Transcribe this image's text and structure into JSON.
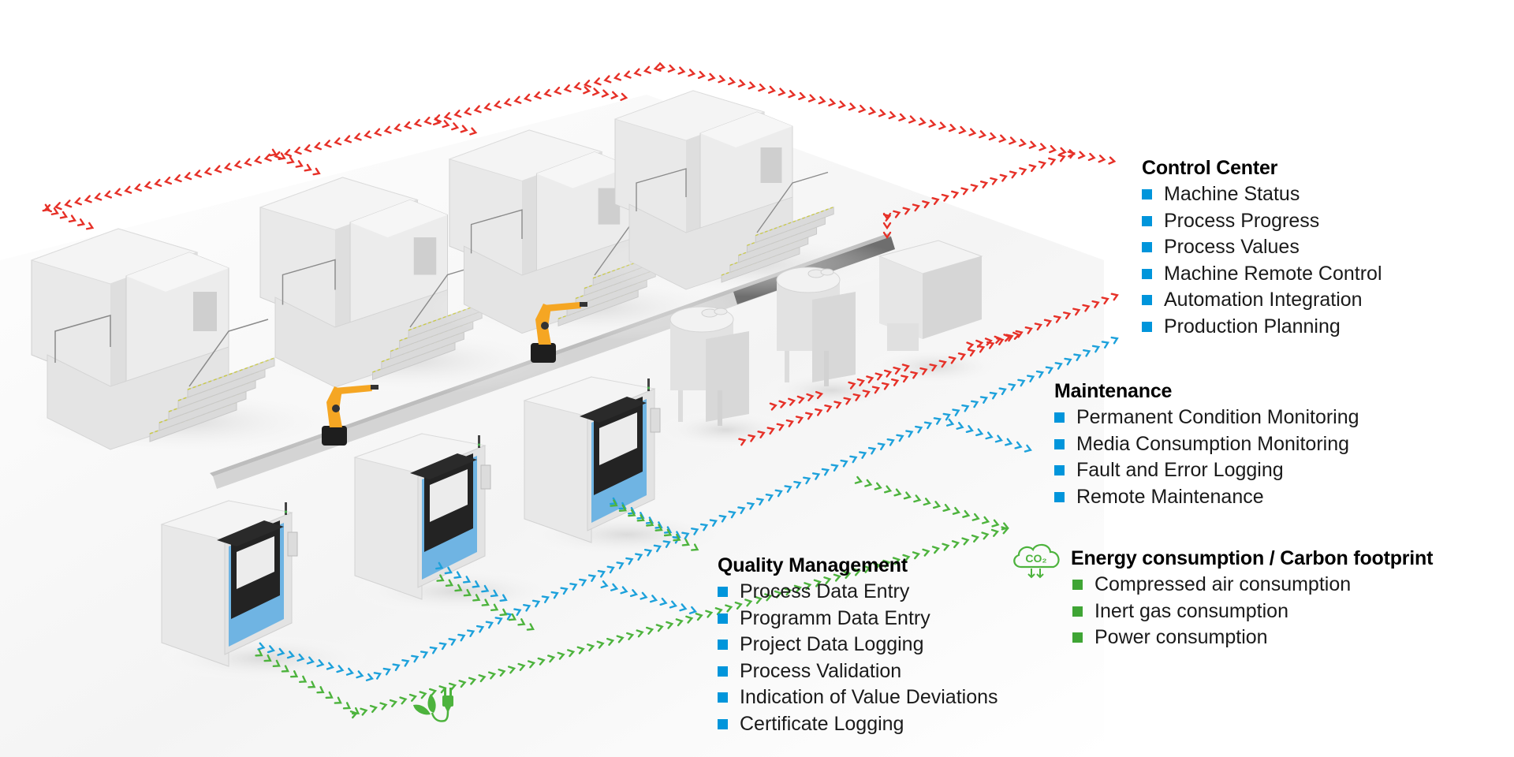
{
  "colors": {
    "control_red": "#E63027",
    "maintenance_blue": "#1DA1DB",
    "energy_green": "#4DB33D",
    "bullet_blue": "#0095DB",
    "bullet_green": "#3FA535",
    "machine_body": "#E6E6E6",
    "machine_accent_blue": "#6FB4E3",
    "robot_orange": "#F5A623"
  },
  "sections": {
    "control_center": {
      "title": "Control Center",
      "items": [
        "Machine Status",
        "Process Progress",
        "Process Values",
        "Machine Remote Control",
        "Automation Integration",
        "Production Planning"
      ]
    },
    "maintenance": {
      "title": "Maintenance",
      "items": [
        "Permanent Condition Monitoring",
        "Media Consumption Monitoring",
        "Fault and Error Logging",
        "Remote Maintenance"
      ]
    },
    "quality_management": {
      "title": "Quality Management",
      "items": [
        "Process Data Entry",
        "Programm Data Entry",
        "Project Data Logging",
        "Process Validation",
        "Indication of Value Deviations",
        "Certificate Logging"
      ]
    },
    "energy": {
      "title": "Energy consumption / Carbon footprint",
      "items": [
        "Compressed air consumption",
        "Inert gas consumption",
        "Power consumption"
      ],
      "icon_label": "CO₂"
    }
  },
  "scene": {
    "large_machines": 4,
    "depowdering_units": 3,
    "robot_arms": 2,
    "storage_units": 3
  }
}
